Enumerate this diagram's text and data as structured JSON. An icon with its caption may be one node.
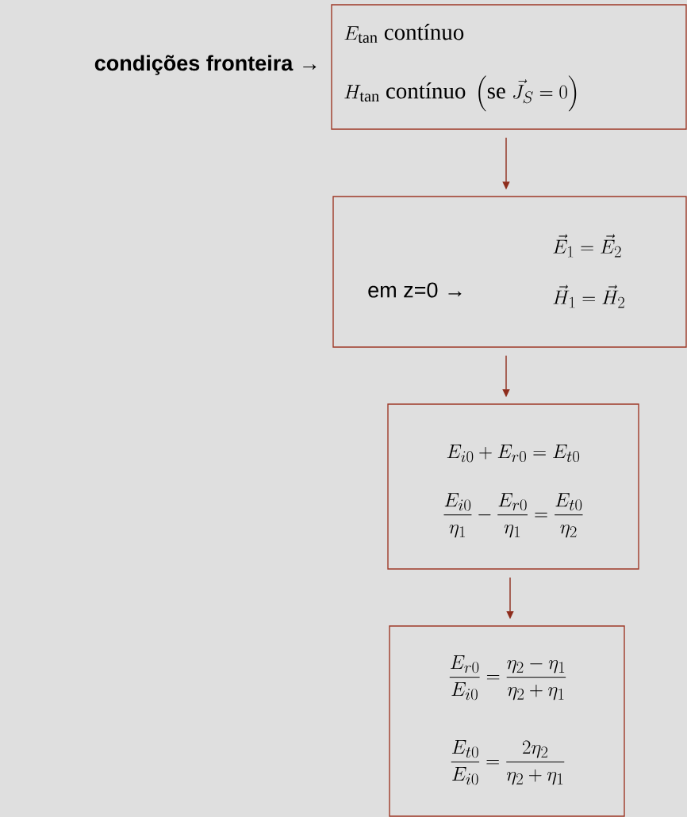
{
  "diagram": {
    "nodes": [
      {
        "text": [
          "E_{\\tan}\\ \\text{contínuo}",
          "H_{\\tan}\\ \\text{contínuo}\\ \\left(\\text{se}\\ \\vec{J}_S = 0\\right)"
        ],
        "beside": [
          "condições fronteira →"
        ]
      },
      {
        "text": [
          "em z=0 →",
          "\\vec{E}_1 = \\vec{E}_2",
          "\\vec{H}_1 = \\vec{H}_2"
        ]
      },
      {
        "text": [
          "E_{i0} + E_{r0} = E_{t0}",
          "\\frac{E_{i0}}{\\eta_1} - \\frac{E_{r0}}{\\eta_1} = \\frac{E_{t0}}{\\eta_2}"
        ]
      },
      {
        "text": [
          "\\frac{E_{r0}}{E_{i0}} = \\frac{\\eta_2 - \\eta_1}{\\eta_2 + \\eta_1}",
          "\\frac{E_{t0}}{E_{i0}} = \\frac{2\\eta_2}{\\eta_2 + \\eta_1}"
        ]
      }
    ],
    "edges": [
      {
        "from": 0,
        "to": 1,
        "arrow": "to"
      },
      {
        "from": 1,
        "to": 2,
        "arrow": "to"
      },
      {
        "from": 2,
        "to": 3,
        "arrow": "to"
      }
    ]
  }
}
